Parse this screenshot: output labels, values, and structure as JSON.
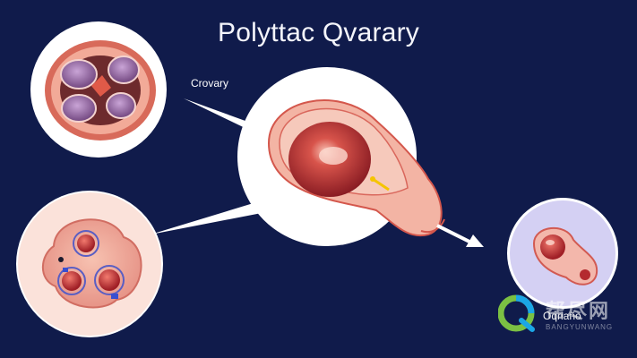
{
  "title": "Polyttac Qvarary",
  "label_small": "Crovary",
  "watermark": {
    "cn": "帮尽网",
    "text": "Oqriaño",
    "sub": "BANGYUNWANG"
  },
  "colors": {
    "background": "#101b4b",
    "ovary_red": "#b5282b",
    "pink": "#f2a7a3",
    "watermark_green": "#7bc043",
    "watermark_blue": "#1ba6e6"
  }
}
